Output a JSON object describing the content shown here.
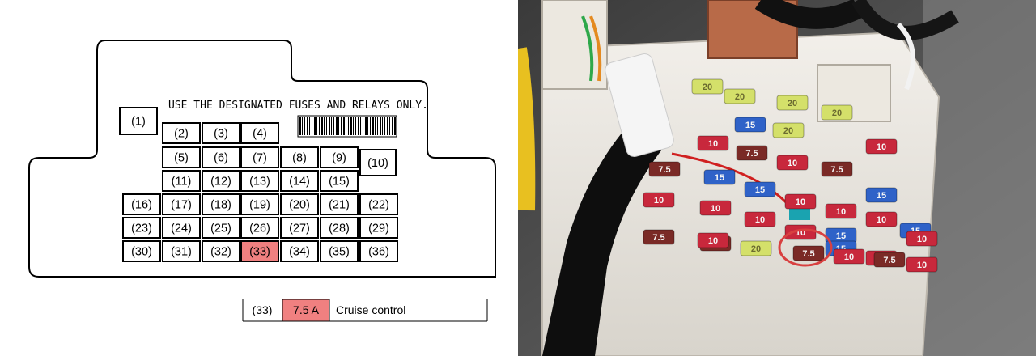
{
  "diagram": {
    "notice": "USE THE DESIGNATED FUSES AND RELAYS ONLY.",
    "highlight_color": "#f08080",
    "slots": [
      {
        "id": "1",
        "label": "(1)",
        "highlighted": false
      },
      {
        "id": "2",
        "label": "(2)",
        "highlighted": false
      },
      {
        "id": "3",
        "label": "(3)",
        "highlighted": false
      },
      {
        "id": "4",
        "label": "(4)",
        "highlighted": false
      },
      {
        "id": "5",
        "label": "(5)",
        "highlighted": false
      },
      {
        "id": "6",
        "label": "(6)",
        "highlighted": false
      },
      {
        "id": "7",
        "label": "(7)",
        "highlighted": false
      },
      {
        "id": "8",
        "label": "(8)",
        "highlighted": false
      },
      {
        "id": "9",
        "label": "(9)",
        "highlighted": false
      },
      {
        "id": "10",
        "label": "(10)",
        "highlighted": false
      },
      {
        "id": "11",
        "label": "(11)",
        "highlighted": false
      },
      {
        "id": "12",
        "label": "(12)",
        "highlighted": false
      },
      {
        "id": "13",
        "label": "(13)",
        "highlighted": false
      },
      {
        "id": "14",
        "label": "(14)",
        "highlighted": false
      },
      {
        "id": "15",
        "label": "(15)",
        "highlighted": false
      },
      {
        "id": "16",
        "label": "(16)",
        "highlighted": false
      },
      {
        "id": "17",
        "label": "(17)",
        "highlighted": false
      },
      {
        "id": "18",
        "label": "(18)",
        "highlighted": false
      },
      {
        "id": "19",
        "label": "(19)",
        "highlighted": false
      },
      {
        "id": "20",
        "label": "(20)",
        "highlighted": false
      },
      {
        "id": "21",
        "label": "(21)",
        "highlighted": false
      },
      {
        "id": "22",
        "label": "(22)",
        "highlighted": false
      },
      {
        "id": "23",
        "label": "(23)",
        "highlighted": false
      },
      {
        "id": "24",
        "label": "(24)",
        "highlighted": false
      },
      {
        "id": "25",
        "label": "(25)",
        "highlighted": false
      },
      {
        "id": "26",
        "label": "(26)",
        "highlighted": false
      },
      {
        "id": "27",
        "label": "(27)",
        "highlighted": false
      },
      {
        "id": "28",
        "label": "(28)",
        "highlighted": false
      },
      {
        "id": "29",
        "label": "(29)",
        "highlighted": false
      },
      {
        "id": "30",
        "label": "(30)",
        "highlighted": false
      },
      {
        "id": "31",
        "label": "(31)",
        "highlighted": false
      },
      {
        "id": "32",
        "label": "(32)",
        "highlighted": false
      },
      {
        "id": "33",
        "label": "(33)",
        "highlighted": true
      },
      {
        "id": "34",
        "label": "(34)",
        "highlighted": false
      },
      {
        "id": "35",
        "label": "(35)",
        "highlighted": false
      },
      {
        "id": "36",
        "label": "(36)",
        "highlighted": false
      }
    ]
  },
  "legend": {
    "slot": "(33)",
    "amperage": "7.5 A",
    "description": "Cruise control"
  },
  "photo": {
    "highlight_ring_color": "#d84040",
    "fuses": [
      {
        "label": "20",
        "color": "#d4e06a"
      },
      {
        "label": "20",
        "color": "#d4e06a"
      },
      {
        "label": "20",
        "color": "#d4e06a"
      },
      {
        "label": "20",
        "color": "#d4e06a"
      },
      {
        "label": "15",
        "color": "#2f62c8"
      },
      {
        "label": "20",
        "color": "#d4e06a"
      },
      {
        "label": "10",
        "color": "#c8283c"
      },
      {
        "label": "7.5",
        "color": "#7a2a26"
      },
      {
        "label": "10",
        "color": "#c8283c"
      },
      {
        "label": "7.5",
        "color": "#7a2a26"
      },
      {
        "label": "10",
        "color": "#c8283c"
      },
      {
        "label": "7.5",
        "color": "#7a2a26"
      },
      {
        "label": "15",
        "color": "#2f62c8"
      },
      {
        "label": "15",
        "color": "#2f62c8"
      },
      {
        "label": "10",
        "color": "#c8283c"
      },
      {
        "label": "10",
        "color": "#c8283c"
      },
      {
        "label": "15",
        "color": "#2f62c8"
      },
      {
        "label": "10",
        "color": "#c8283c"
      },
      {
        "label": "10",
        "color": "#c8283c"
      },
      {
        "label": "10",
        "color": "#c8283c"
      },
      {
        "label": "10",
        "color": "#c8283c"
      },
      {
        "label": "15",
        "color": "#2f62c8"
      },
      {
        "label": "10",
        "color": "#c8283c"
      },
      {
        "label": "7.5",
        "color": "#7a2a26"
      },
      {
        "label": "7.5",
        "color": "#7a2a26"
      },
      {
        "label": "15",
        "color": "#2f62c8"
      },
      {
        "label": "10",
        "color": "#c8283c"
      },
      {
        "label": "15",
        "color": "#2f62c8"
      },
      {
        "label": "10",
        "color": "#c8283c"
      },
      {
        "label": "20",
        "color": "#d4e06a"
      },
      {
        "label": "7.5",
        "color": "#7a2a26"
      },
      {
        "label": "10",
        "color": "#c8283c"
      },
      {
        "label": "7.5",
        "color": "#7a2a26"
      },
      {
        "label": "10",
        "color": "#c8283c"
      },
      {
        "label": "10",
        "color": "#c8283c"
      }
    ]
  }
}
